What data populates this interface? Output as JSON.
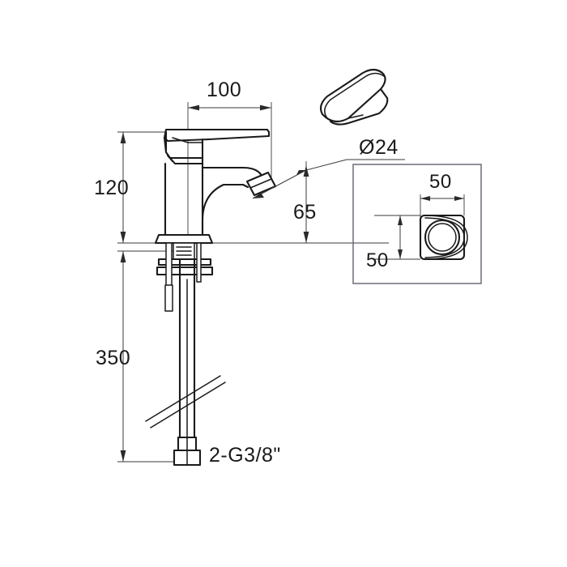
{
  "drawing": {
    "title": "Single-lever basin mixer tap dimensional drawing",
    "units": "mm",
    "background_color": "#ffffff",
    "line_color": "#1a1a1a",
    "dimension_color": "#3a3a3a",
    "inset_border_color": "#6b6b7a"
  },
  "dimensions": {
    "spout_reach": {
      "label": "100",
      "orientation": "horizontal",
      "position": "top"
    },
    "body_height": {
      "label": "120",
      "orientation": "vertical",
      "position": "left-upper"
    },
    "spout_height": {
      "label": "65",
      "orientation": "vertical",
      "position": "right-of-spout"
    },
    "hose_length": {
      "label": "350",
      "orientation": "vertical",
      "position": "left-lower"
    },
    "aerator_diameter": {
      "label": "Ø24",
      "orientation": "leader",
      "position": "upper-right"
    },
    "inlet_thread": {
      "label": "2-G3/8\"",
      "orientation": "note",
      "position": "bottom"
    }
  },
  "inset_detail": {
    "name": "mounting-base-detail",
    "width_label": "50",
    "depth_label": "50",
    "shape": "rounded-square-with-concentric-circles"
  },
  "views": {
    "main": {
      "name": "front-elevation",
      "description": "Single lever basin mixer front elevation with threaded shank and flexible hoses"
    },
    "handle": {
      "name": "handle-isometric",
      "description": "Isometric view of the lever handle cap"
    },
    "inset": {
      "name": "base-plan-detail",
      "description": "Plan detail of the square mounting base with circular spigot"
    }
  }
}
